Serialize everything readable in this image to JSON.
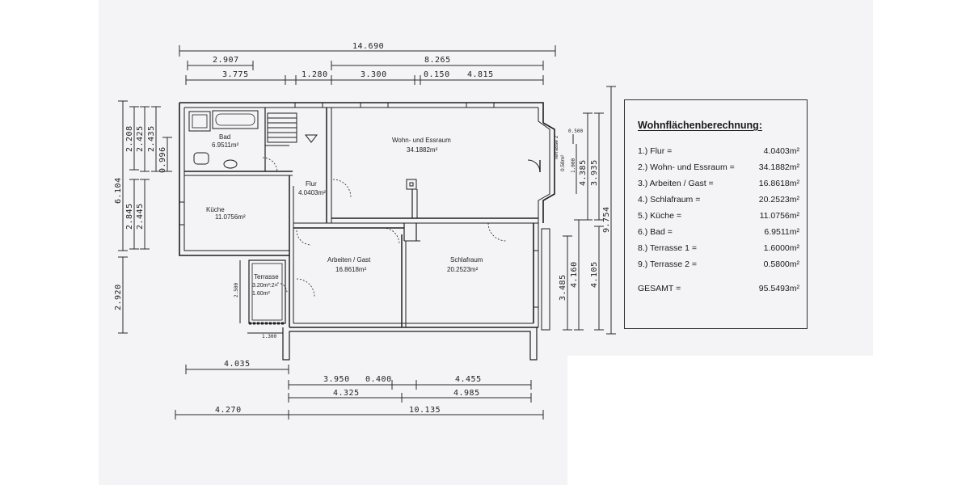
{
  "dimensions": {
    "top_total": "14.690",
    "top_left_a": "2.907",
    "top_right_a": "8.265",
    "top_seg1": "3.775",
    "top_seg2": "1.280",
    "top_seg3": "3.300",
    "top_seg4": "0.150",
    "top_seg5": "4.815",
    "left_total": "6.104",
    "left_a": "2.208",
    "left_b": "2.425",
    "left_c": "2.435",
    "left_d": "0.996",
    "left_e": "2.845",
    "left_f": "2.445",
    "left_bottom": "2.920",
    "right_a": "4.385",
    "right_b": "3.935",
    "right_total": "9.754",
    "right_c": "3.485",
    "right_d": "4.160",
    "right_e": "4.105",
    "bottom_a": "4.035",
    "bottom_b1": "3.950",
    "bottom_b2": "0.400",
    "bottom_b3": "4.455",
    "bottom_c1": "4.325",
    "bottom_c2": "4.985",
    "bottom_d1": "4.270",
    "bottom_d2": "10.135",
    "small_terrace_h": "2.500",
    "small_terrace_w": "1.300",
    "small_east_1": "0.500",
    "small_east_2": "1.000"
  },
  "rooms": {
    "bad_name": "Bad",
    "bad_area": "6.9511m²",
    "kueche_name": "Küche",
    "kueche_area": "11.0756m²",
    "flur_name": "Flur",
    "flur_area": "4.0403m²",
    "wohn_name": "Wohn- und Essraum",
    "wohn_area": "34.1882m²",
    "arbeiten_name": "Arbeiten / Gast",
    "arbeiten_area": "16.8618m²",
    "schlaf_name": "Schlafraum",
    "schlaf_area": "20.2523m²",
    "terrasse1_name": "Terrasse",
    "terrasse1_calc": "3.20m²:2=",
    "terrasse1_area": "1.60m²",
    "terrasse2_name": "Terrasse 2",
    "terrasse2_area": "0.58m²"
  },
  "area_table": {
    "title": "Wohnflächenberechnung:",
    "rows": [
      {
        "label": "1.) Flur =",
        "value": "4.0403m²"
      },
      {
        "label": "2.) Wohn- und Essraum =",
        "value": "34.1882m²"
      },
      {
        "label": "3.) Arbeiten / Gast =",
        "value": "16.8618m²"
      },
      {
        "label": "4.) Schlafraum =",
        "value": "20.2523m²"
      },
      {
        "label": "5.) Küche =",
        "value": "11.0756m²"
      },
      {
        "label": "6.) Bad =",
        "value": "6.9511m²"
      },
      {
        "label": "8.) Terrasse 1 =",
        "value": "1.6000m²"
      },
      {
        "label": "9.) Terrasse 2 =",
        "value": "0.5800m²"
      }
    ],
    "total_label": "GESAMT =",
    "total_value": "95.5493m²"
  }
}
